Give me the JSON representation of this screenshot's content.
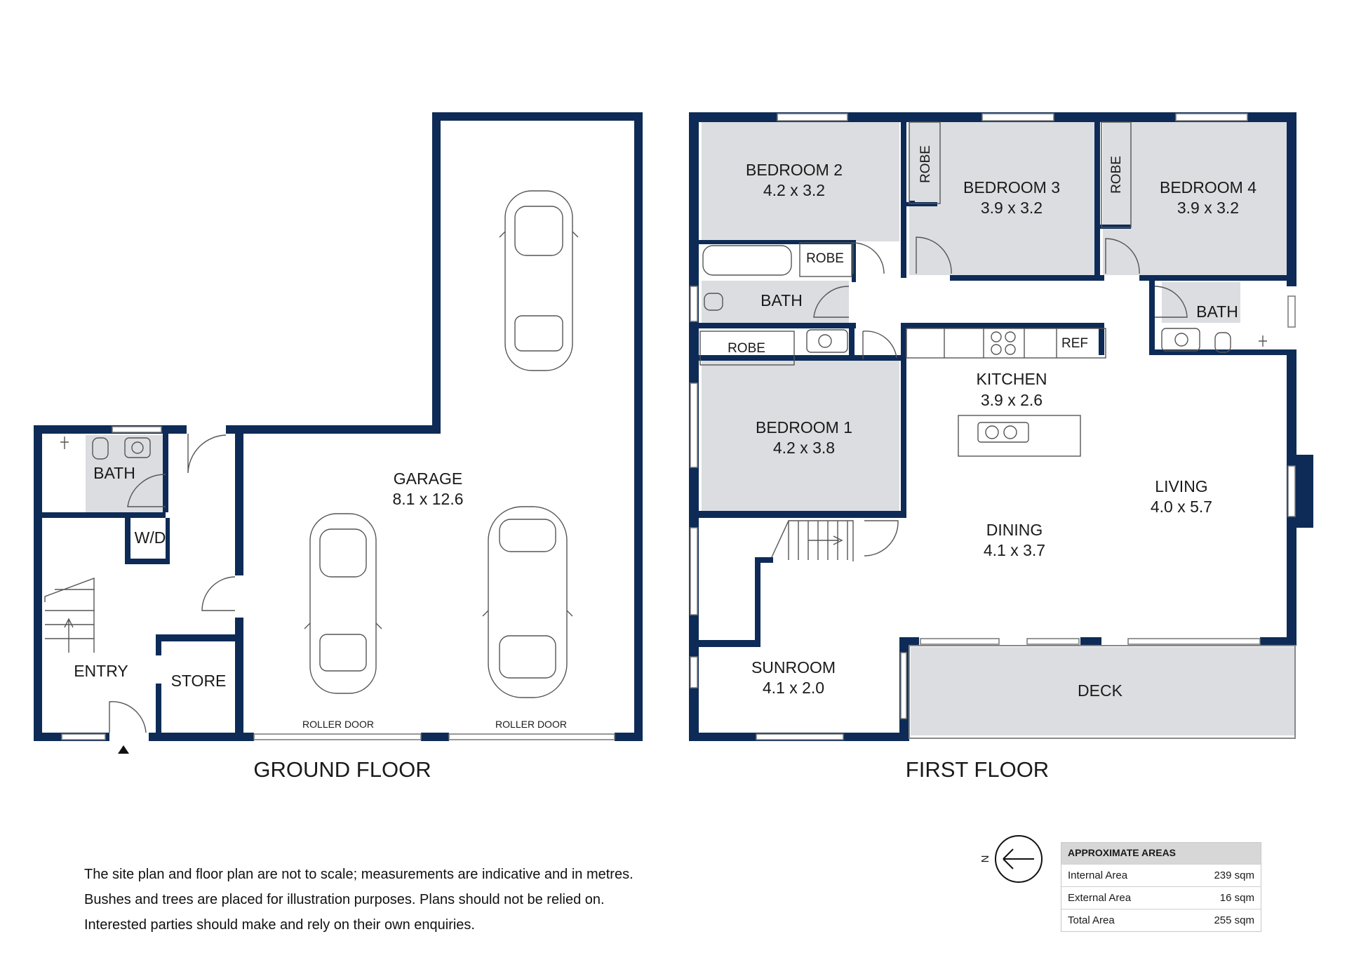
{
  "floors": {
    "ground": {
      "title": "GROUND FLOOR",
      "rooms": {
        "bath": {
          "name": "BATH"
        },
        "wd": {
          "name": "W/D"
        },
        "entry": {
          "name": "ENTRY"
        },
        "store": {
          "name": "STORE"
        },
        "garage": {
          "name": "GARAGE",
          "size": "8.1 x 12.6"
        }
      },
      "roller_door_1": "ROLLER DOOR",
      "roller_door_2": "ROLLER DOOR"
    },
    "first": {
      "title": "FIRST FLOOR",
      "rooms": {
        "bedroom2": {
          "name": "BEDROOM 2",
          "size": "4.2 x 3.2"
        },
        "bedroom3": {
          "name": "BEDROOM 3",
          "size": "3.9 x 3.2"
        },
        "bedroom4": {
          "name": "BEDROOM 4",
          "size": "3.9 x 3.2"
        },
        "bedroom1": {
          "name": "BEDROOM 1",
          "size": "4.2 x 3.8"
        },
        "bath_main": {
          "name": "BATH"
        },
        "bath_ensuite": {
          "name": "BATH"
        },
        "kitchen": {
          "name": "KITCHEN",
          "size": "3.9 x 2.6"
        },
        "living": {
          "name": "LIVING",
          "size": "4.0 x 5.7"
        },
        "dining": {
          "name": "DINING",
          "size": "4.1 x 3.7"
        },
        "sunroom": {
          "name": "SUNROOM",
          "size": "4.1 x 2.0"
        },
        "deck": {
          "name": "DECK"
        }
      },
      "robe_bed3": "ROBE",
      "robe_bed4": "ROBE",
      "robe_bath": "ROBE",
      "robe_bed1": "ROBE",
      "ref": "REF"
    }
  },
  "north": {
    "letter": "N"
  },
  "disclaimer": [
    "The site plan and floor plan are not to scale; measurements are indicative and in metres.",
    "Bushes and trees are placed for illustration purposes. Plans should not be relied on.",
    "Interested parties should make and rely on their own enquiries."
  ],
  "areas": {
    "header": "APPROXIMATE AREAS",
    "rows": [
      {
        "label": "Internal Area",
        "value": "239 sqm"
      },
      {
        "label": "External Area",
        "value": "16 sqm"
      },
      {
        "label": "Total Area",
        "value": "255 sqm"
      }
    ]
  },
  "colors": {
    "wall": "#0d2b56",
    "room_fill": "#dcdde0"
  }
}
